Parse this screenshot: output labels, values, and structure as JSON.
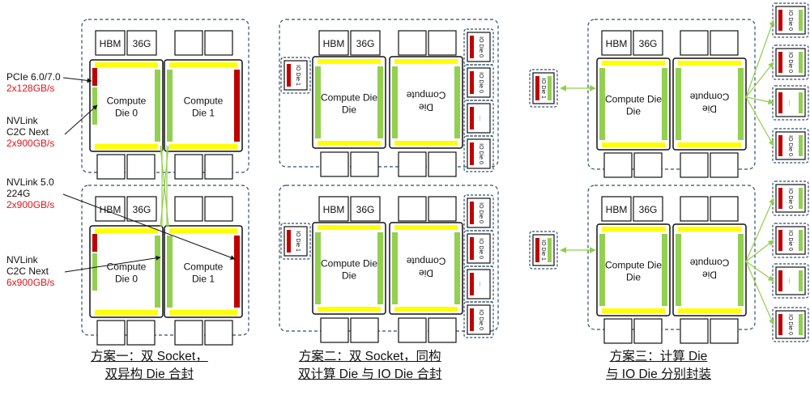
{
  "labels": {
    "hbm": "HBM",
    "cap": "36G",
    "compute_die": "Compute Die",
    "compute_die_flipped": "Compute Die",
    "compute_die0": "Compute Die 0",
    "compute_die1": "Compute Die 1",
    "io_die0": "IO Die 0",
    "io_die1": "IO Die 1",
    "io_dots": "…"
  },
  "annotations": [
    {
      "name": "pcie-annotation",
      "lines": [
        "PCIe 6.0/7.0"
      ],
      "value": "2x128GB/s"
    },
    {
      "name": "nvlink-c2c-next-annotation-1",
      "lines": [
        "NVLink",
        "C2C Next"
      ],
      "value": "2x900GB/s"
    },
    {
      "name": "nvlink5-annotation",
      "lines": [
        "NVLink 5.0",
        "224G"
      ],
      "value": "2x900GB/s"
    },
    {
      "name": "nvlink-c2c-next-annotation-2",
      "lines": [
        "NVLink",
        "C2C Next"
      ],
      "value": "6x900GB/s"
    }
  ],
  "captions": [
    {
      "name": "scheme1-caption",
      "line1": "方案一：双 Socket，",
      "line2": "双异构 Die 合封"
    },
    {
      "name": "scheme2-caption",
      "line1": "方案二：双 Socket，同构",
      "line2": "双计算 Die 与 IO Die 合封"
    },
    {
      "name": "scheme3-caption",
      "line1": "方案三：计算 Die",
      "line2": "与 IO Die 分别封装"
    }
  ],
  "colors": {
    "red": "#c00000",
    "green": "#92d050",
    "yellow": "#ffff00",
    "dash_border": "#2f4f6f",
    "arrow_green": "#8fcf4a",
    "text_red": "#e0151b"
  }
}
